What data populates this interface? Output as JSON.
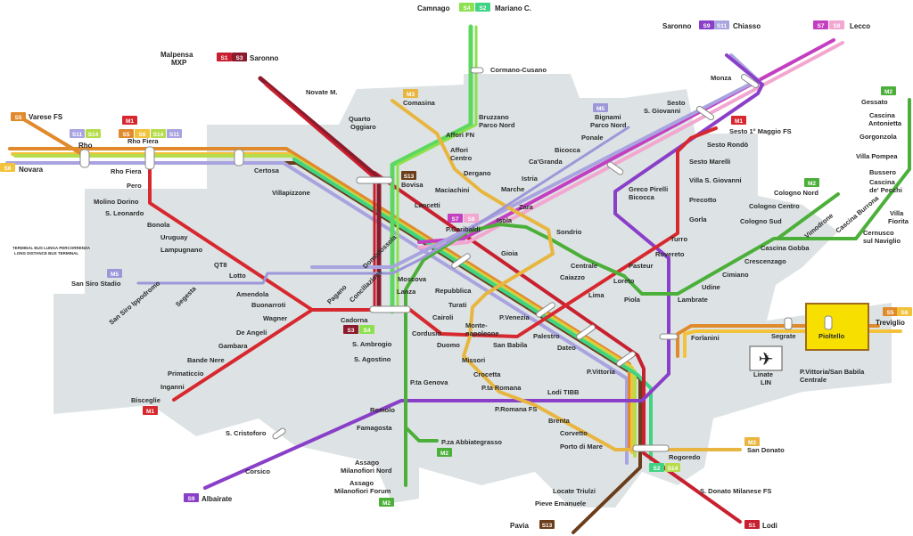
{
  "colors": {
    "M1": "#d7282f",
    "M2": "#4caf3a",
    "M3": "#e8b640",
    "M5": "#9d97d9",
    "S1": "#c8202e",
    "S3": "#8b1a2c",
    "S2": "#3fd383",
    "S4": "#8de04f",
    "S5": "#e08a2c",
    "S6": "#f2c23a",
    "S7": "#c43ec0",
    "S8": "#f2a6d0",
    "S9": "#8a3fc8",
    "S11": "#a9a3e0",
    "S13": "#6b3d1a",
    "S14": "#b5dc4a",
    "land": "#dde3e4",
    "highlight": "#f7e000"
  },
  "termini": {
    "camnago": "Camnago",
    "mariano": "Mariano C.",
    "malpensa": "Malpensa",
    "mxp": "MXP",
    "saronno_w": "Saronno",
    "saronno_e": "Saronno",
    "chiasso": "Chiasso",
    "lecco": "Lecco",
    "varese": "Varese FS",
    "rho": "Rho",
    "novara": "Novara",
    "treviglio": "Treviglio",
    "pavia": "Pavia",
    "lodi": "Lodi",
    "albairate": "Albairate"
  },
  "badges": {
    "S1": "S1",
    "S2": "S2",
    "S3": "S3",
    "S4": "S4",
    "S5": "S5",
    "S6": "S6",
    "S7": "S7",
    "S8": "S8",
    "S9": "S9",
    "S11": "S11",
    "S13": "S13",
    "S14": "S14",
    "M1": "M1",
    "M2": "M2",
    "M3": "M3",
    "M5": "M5"
  },
  "stations": [
    "Novate M.",
    "Quarto",
    "Oggiaro",
    "Comasina",
    "Bruzzano",
    "Parco Nord",
    "Affori FN",
    "Affori",
    "Centro",
    "Dergano",
    "Ca'Granda",
    "Bicocca",
    "Ponale",
    "Bignami",
    "Parco Nord",
    "Cormano-Cusano",
    "Monza",
    "Sesto",
    "S. Giovanni",
    "Sesto 1° Maggio FS",
    "Sesto Rondò",
    "Sesto Marelli",
    "Villa S. Giovanni",
    "Precotto",
    "Gorla",
    "Turro",
    "Rovereto",
    "Pasteur",
    "Loreto",
    "Lima",
    "Piola",
    "Lambrate",
    "Udine",
    "Cimiano",
    "Crescenzago",
    "Cascina Gobba",
    "Cologno Nord",
    "Cologno Centro",
    "Cologno Sud",
    "Vimodrone",
    "Cascina Burrona",
    "Gessato",
    "Cascina",
    "Antonietta",
    "Gorgonzola",
    "Villa Pompea",
    "Bussero",
    "Cascina",
    "de' Pecchi",
    "Villa",
    "Fiorita",
    "Cernusco",
    "sul Naviglio",
    "Greco Pirelli",
    "Bicocca",
    "Istria",
    "Marche",
    "Zara",
    "Isola",
    "P.Garibaldi",
    "Sondrio",
    "Gioia",
    "Centrale",
    "Caiazzo",
    "Maciachini",
    "Lancetti",
    "Bovisa",
    "Certosa",
    "Villapizzone",
    "Rho Fiera",
    "Rho Fiera",
    "Pero",
    "Molino Dorino",
    "S. Leonardo",
    "Bonola",
    "Uruguay",
    "Lampugnano",
    "TERMINAL BUS LUNGA PERCORRENZA",
    "LONG DISTANCE BUS TERMINAL",
    "QT8",
    "Lotto",
    "San Siro Stadio",
    "Segesta",
    "San Siro Ippodromo",
    "Amendola",
    "Buonarroti",
    "Wagner",
    "De Angeli",
    "Gambara",
    "Bande Nere",
    "Primaticcio",
    "Inganni",
    "Bisceglie",
    "Domodossola",
    "Pagano",
    "Conciliazione",
    "Moscova",
    "Lanza",
    "Cadorna",
    "S. Ambrogio",
    "S. Agostino",
    "P.ta Genova",
    "Romolo",
    "Famagosta",
    "Assago",
    "Milanofiori Nord",
    "Assago",
    "Milanofiori Forum",
    "P.za Abbiategrasso",
    "S. Cristoforo",
    "Corsico",
    "Cairoli",
    "Cordusio",
    "Duomo",
    "Missori",
    "Crocetta",
    "P.ta Romana",
    "Lodi TIBB",
    "P.Romana FS",
    "Brenta",
    "Corvetto",
    "Porto di Mare",
    "Repubblica",
    "Turati",
    "P.Venezia",
    "Monte-",
    "napoleone",
    "San Babila",
    "Palestro",
    "Dateo",
    "P.Vittoria",
    "Forlanini",
    "Segrate",
    "Pioltello",
    "Linate",
    "LIN",
    "P.Vittoria/San Babila",
    "Centrale",
    "Rogoredo",
    "San Donato",
    "S. Donato Milanese FS",
    "Locate Triulzi",
    "Pieve Emanuele"
  ]
}
